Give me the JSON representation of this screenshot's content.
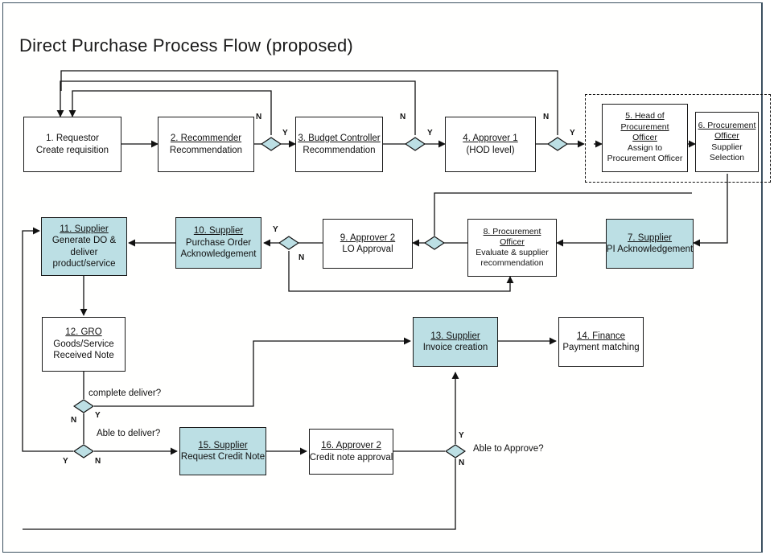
{
  "title": "Direct Purchase Process Flow (proposed)",
  "colors": {
    "node_fill_teal": "#bcdfe4",
    "node_fill_plain": "#ffffff",
    "stroke": "#1a1a1a",
    "canvas_border": "#3c5060"
  },
  "nodes": [
    {
      "id": "n1",
      "title": "1. Requestor",
      "underline": false,
      "lines": [
        "Create requisition"
      ],
      "fill": "plain"
    },
    {
      "id": "n2",
      "title": "2. Recommender",
      "underline": true,
      "lines": [
        "Recommendation"
      ],
      "fill": "plain"
    },
    {
      "id": "n3",
      "title": "3. Budget Controller",
      "underline": true,
      "lines": [
        "Recommendation"
      ],
      "fill": "plain"
    },
    {
      "id": "n4",
      "title": "4. Approver 1",
      "underline": true,
      "lines": [
        "(HOD level)"
      ],
      "fill": "plain"
    },
    {
      "id": "n5",
      "title": "5. Head of",
      "underline": true,
      "lines": [
        "Procurement",
        "Officer",
        "Assign to",
        "Procurement Officer"
      ],
      "underline_lines": 2,
      "fill": "plain"
    },
    {
      "id": "n6",
      "title": "6. Procurement",
      "underline": true,
      "lines": [
        "Officer",
        "Supplier",
        "Selection"
      ],
      "underline_lines": 1,
      "fill": "plain"
    },
    {
      "id": "n7",
      "title": "7. Supplier",
      "underline": true,
      "lines": [
        "PI Acknowledgement"
      ],
      "fill": "teal"
    },
    {
      "id": "n8",
      "title": "8. Procurement",
      "underline": true,
      "lines": [
        "Officer",
        "Evaluate & supplier",
        "recommendation"
      ],
      "underline_lines": 1,
      "fill": "plain"
    },
    {
      "id": "n9",
      "title": "9. Approver 2",
      "underline": true,
      "lines": [
        "LO Approval"
      ],
      "fill": "plain"
    },
    {
      "id": "n10",
      "title": "10. Supplier",
      "underline": true,
      "lines": [
        "Purchase Order",
        "Acknowledgement"
      ],
      "fill": "teal"
    },
    {
      "id": "n11",
      "title": "11. Supplier",
      "underline": true,
      "lines": [
        "Generate DO &",
        "deliver",
        "product/service"
      ],
      "fill": "teal"
    },
    {
      "id": "n12",
      "title": "12. GRO",
      "underline": true,
      "lines": [
        "Goods/Service",
        "Received Note"
      ],
      "fill": "plain"
    },
    {
      "id": "n13",
      "title": "13. Supplier",
      "underline": true,
      "lines": [
        "Invoice creation"
      ],
      "fill": "teal"
    },
    {
      "id": "n14",
      "title": "14. Finance",
      "underline": true,
      "lines": [
        "Payment matching"
      ],
      "fill": "plain"
    },
    {
      "id": "n15",
      "title": "15. Supplier",
      "underline": true,
      "lines": [
        "Request Credit Note"
      ],
      "fill": "teal"
    },
    {
      "id": "n16",
      "title": "16. Approver 2",
      "underline": true,
      "lines": [
        "Credit note approval"
      ],
      "fill": "plain"
    }
  ],
  "decisions": [
    {
      "id": "d1",
      "after": "n2",
      "yes_label": "Y",
      "no_label": "N"
    },
    {
      "id": "d2",
      "after": "n3",
      "yes_label": "Y",
      "no_label": "N"
    },
    {
      "id": "d3",
      "after": "n4",
      "yes_label": "Y",
      "no_label": "N"
    },
    {
      "id": "d4",
      "after": "n8",
      "yes_label": "",
      "no_label": ""
    },
    {
      "id": "d5",
      "after": "n9",
      "yes_label": "Y",
      "no_label": "N"
    },
    {
      "id": "d6",
      "after": "n12",
      "question": "complete deliver?",
      "yes_label": "Y",
      "no_label": "N"
    },
    {
      "id": "d7",
      "question": "Able to deliver?",
      "yes_label": "Y",
      "no_label": "N"
    },
    {
      "id": "d8",
      "after": "n16",
      "question": "Able to Approve?",
      "yes_label": "Y",
      "no_label": "N"
    }
  ],
  "edge_labels": [
    {
      "id": "e_d1_n",
      "text": "N"
    },
    {
      "id": "e_d1_y",
      "text": "Y"
    },
    {
      "id": "e_d2_n",
      "text": "N"
    },
    {
      "id": "e_d2_y",
      "text": "Y"
    },
    {
      "id": "e_d3_n",
      "text": "N"
    },
    {
      "id": "e_d3_y",
      "text": "Y"
    },
    {
      "id": "e_d5_y",
      "text": "Y"
    },
    {
      "id": "e_d5_n",
      "text": "N"
    },
    {
      "id": "e_d6_y",
      "text": "Y"
    },
    {
      "id": "e_d6_n",
      "text": "N"
    },
    {
      "id": "e_d7_y",
      "text": "Y"
    },
    {
      "id": "e_d7_n",
      "text": "N"
    },
    {
      "id": "e_d8_y",
      "text": "Y"
    },
    {
      "id": "e_d8_n",
      "text": "N"
    }
  ],
  "questions": [
    {
      "id": "q_complete",
      "text": "complete deliver?"
    },
    {
      "id": "q_able_deliver",
      "text": "Able to deliver?"
    },
    {
      "id": "q_able_approve",
      "text": "Able to Approve?"
    }
  ],
  "grouping_box": {
    "label": "",
    "style": "dashed"
  }
}
